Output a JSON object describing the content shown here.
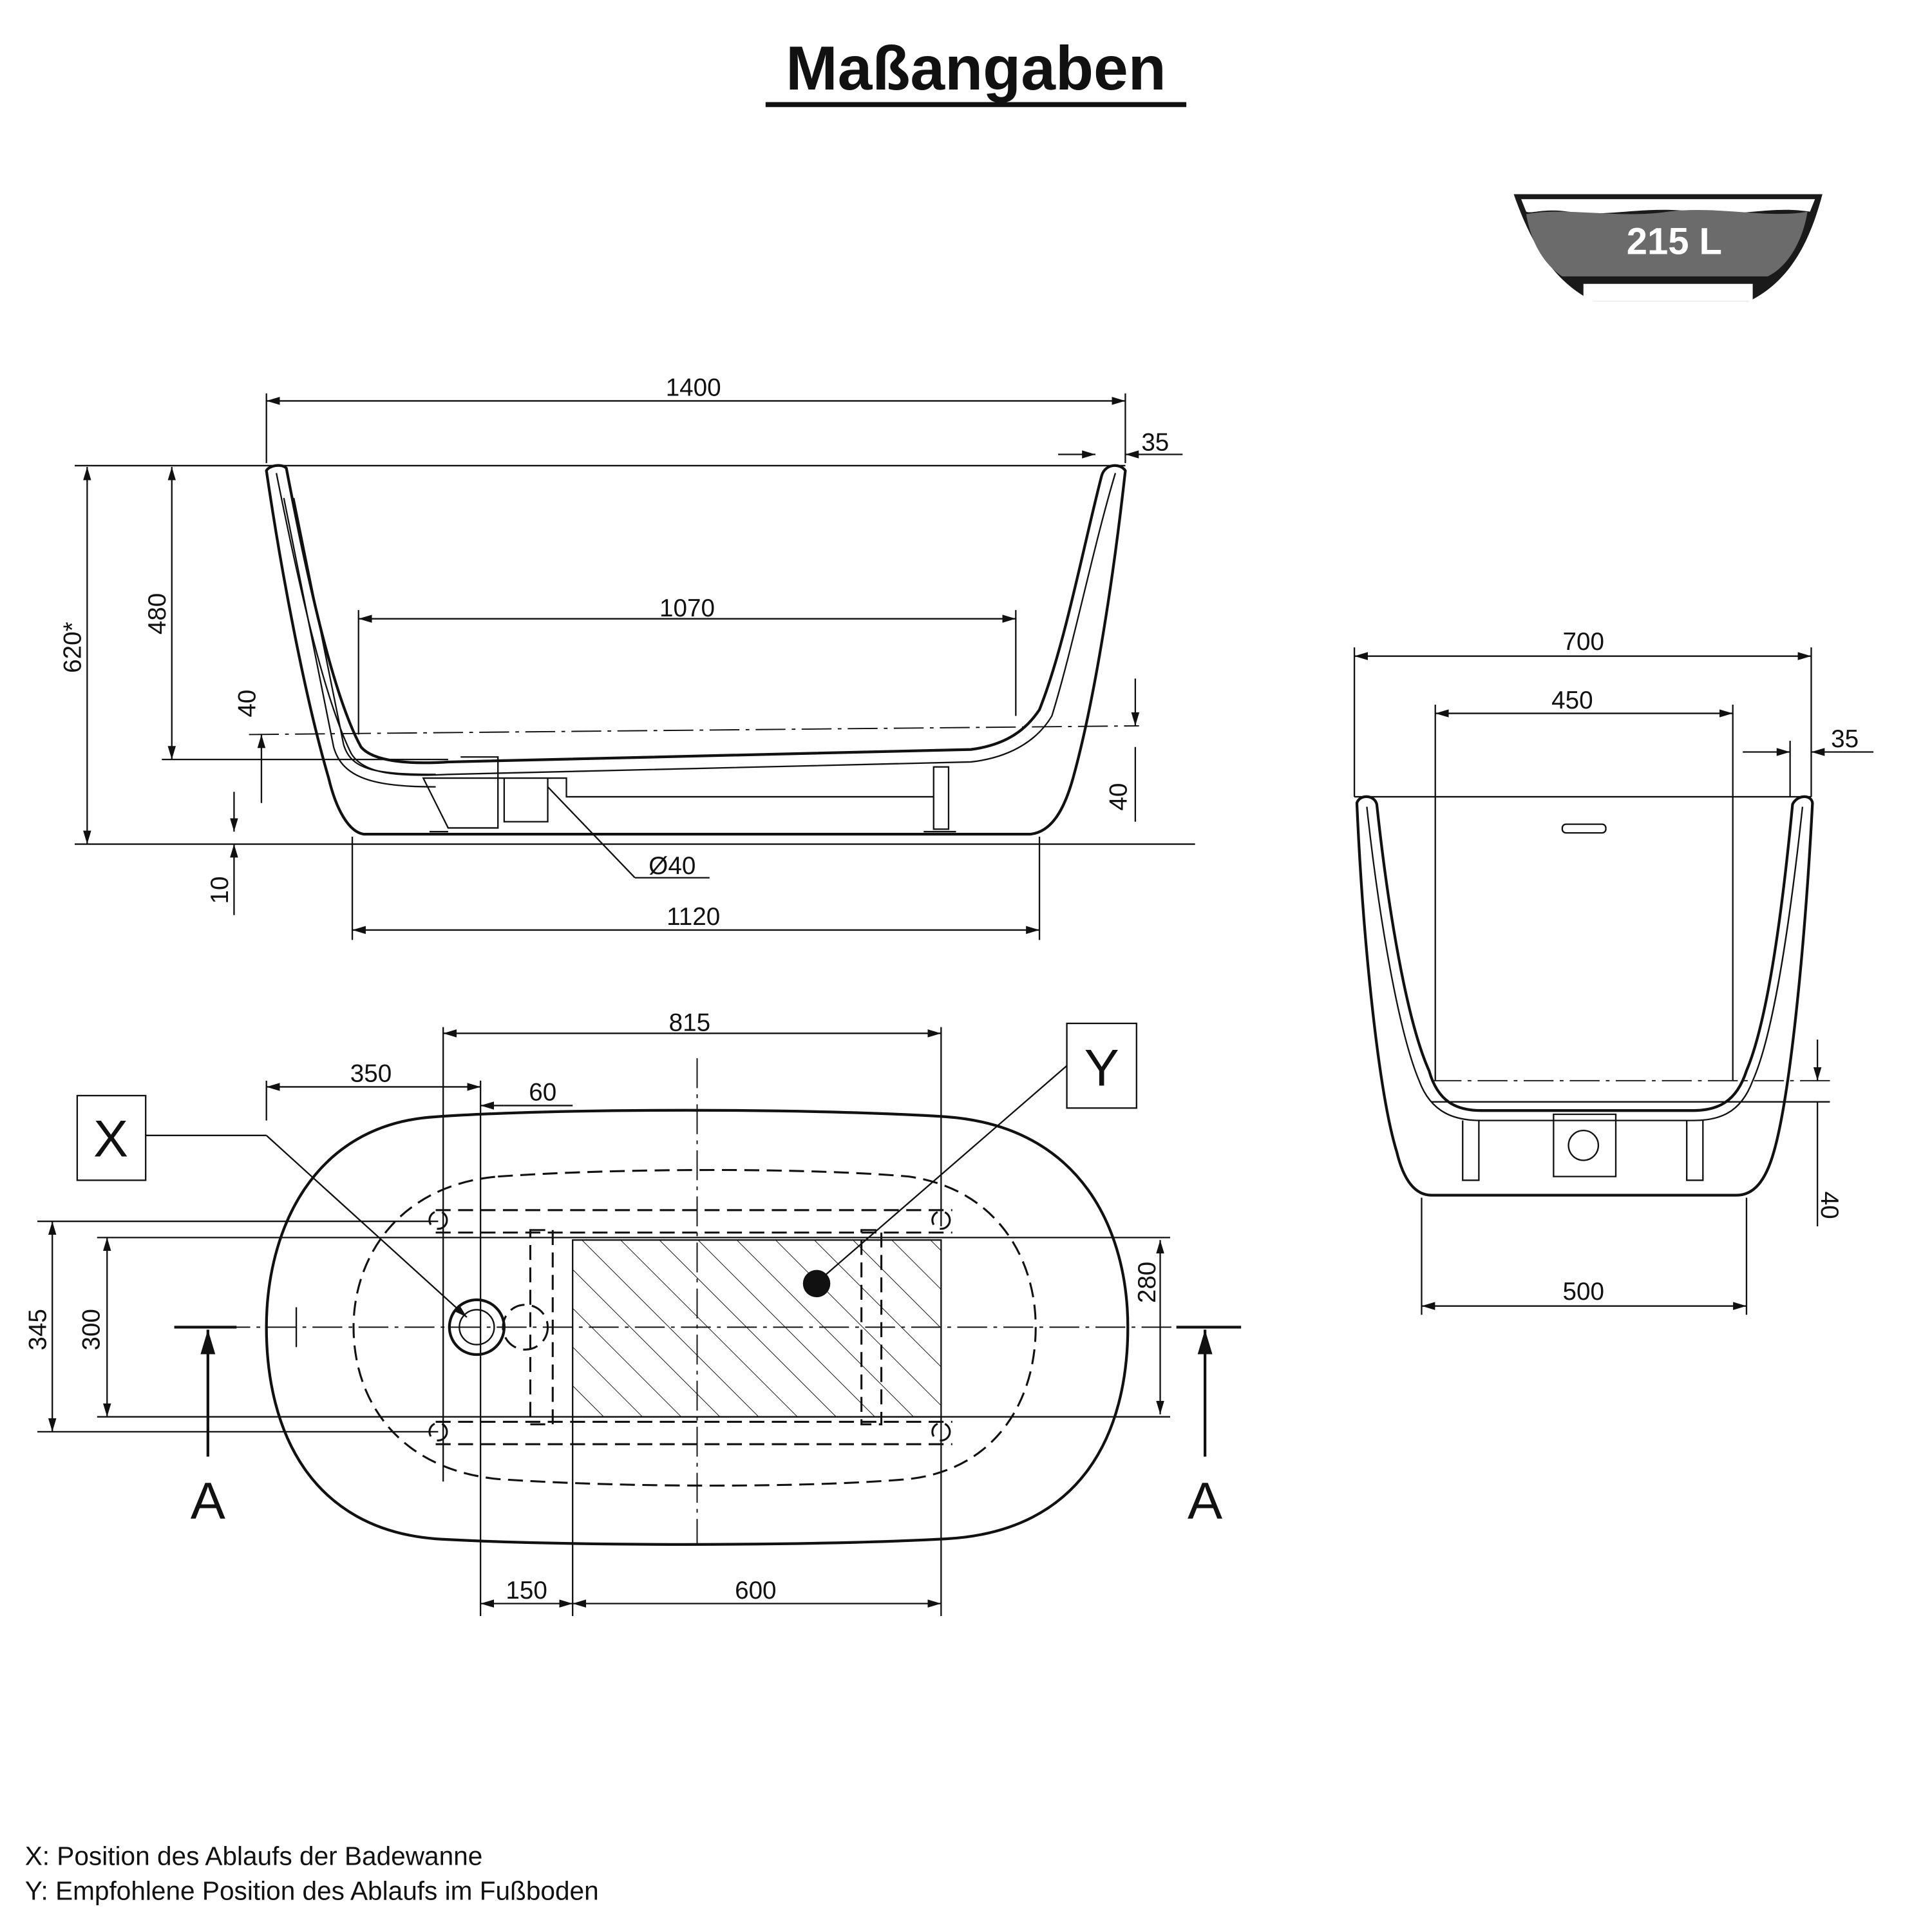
{
  "title": "Maßangaben",
  "volume_badge": "215 L",
  "side_view": {
    "length_total": "1400",
    "rim_width": "35",
    "inner_length": "1070",
    "inner_depth": "480",
    "total_height": "620*",
    "floor_offset_left": "40",
    "floor_offset_right": "40",
    "feet_height": "10",
    "drain_diameter": "Ø40",
    "base_length": "1120"
  },
  "end_view": {
    "width_total": "700",
    "inner_width": "450",
    "rim_width": "35",
    "floor_offset": "40",
    "base_width": "500"
  },
  "top_view": {
    "feet_spacing_length": "815",
    "drain_from_end": "350",
    "drain_offset": "60",
    "feet_spacing_width": "345",
    "zone_width": "300",
    "zone_width_right": "280",
    "zone_offset": "150",
    "zone_length": "600",
    "marker_x": "X",
    "marker_y": "Y",
    "section_left": "A",
    "section_right": "A"
  },
  "legend": [
    "X: Position des Ablaufs der Badewanne",
    "Y: Empfohlene Position des Ablaufs im Fußboden"
  ],
  "colors": {
    "line": "#111111",
    "water": "#6b6b6b",
    "tub_shell": "#1a1a1a"
  }
}
